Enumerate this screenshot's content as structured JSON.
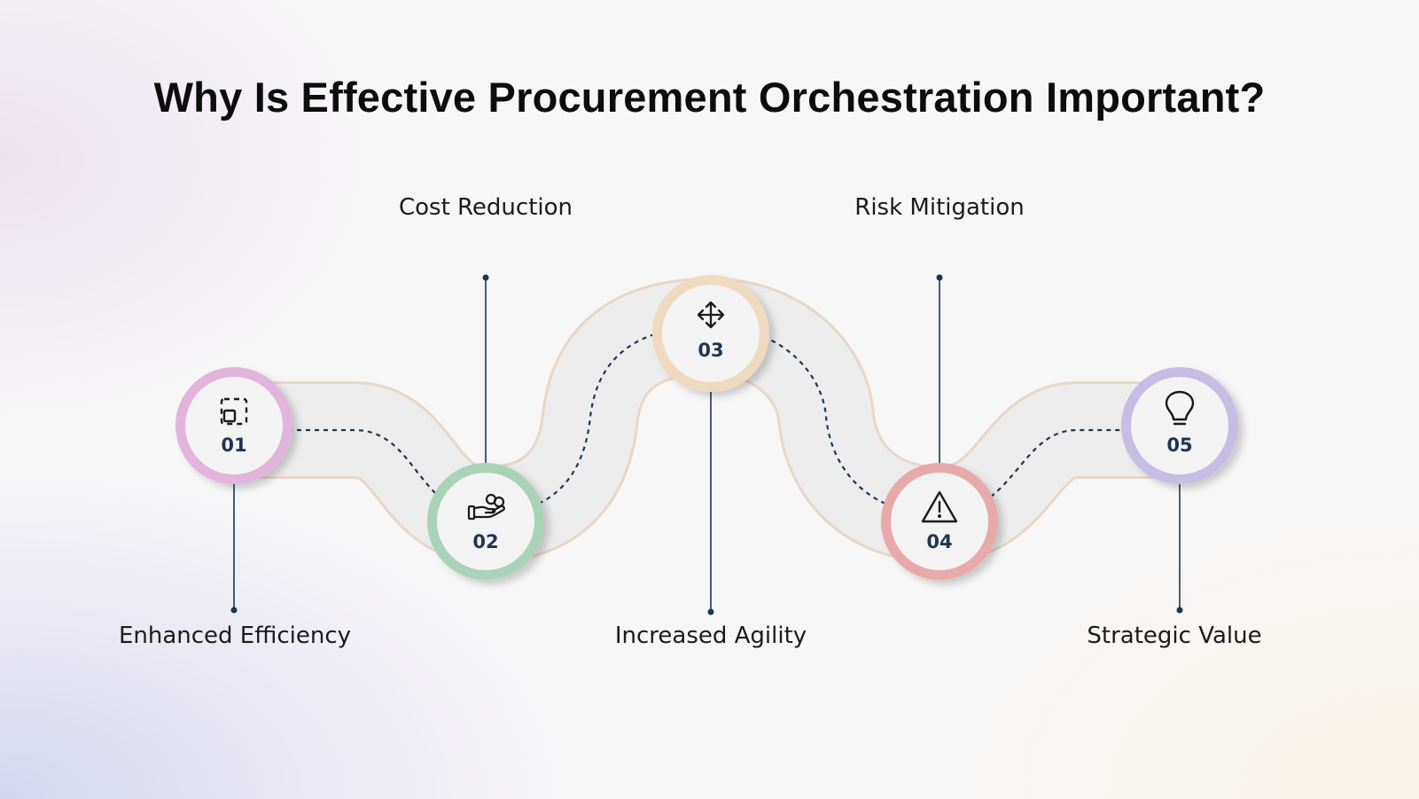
{
  "title": "Why Is Effective Procurement Orchestration Important?",
  "steps": [
    {
      "number": "01",
      "label": "Enhanced Efficiency",
      "icon": "dashed-resize-square-icon",
      "ring_color": "#e2b4dc"
    },
    {
      "number": "02",
      "label": "Cost Reduction",
      "icon": "hand-with-coins-icon",
      "ring_color": "#a9d3b8"
    },
    {
      "number": "03",
      "label": "Increased Agility",
      "icon": "four-way-arrows-icon",
      "ring_color": "#efd9bf"
    },
    {
      "number": "04",
      "label": "Risk Mitigation",
      "icon": "warning-triangle-icon",
      "ring_color": "#e8a9ab"
    },
    {
      "number": "05",
      "label": "Strategic Value",
      "icon": "lightbulb-icon",
      "ring_color": "#c5bde3"
    }
  ],
  "colors": {
    "road": "#ececec",
    "road_edge": "#e8d7c6",
    "connector": "#1f3650",
    "dashed_path": "#1f3650",
    "circle_fill": "#f3f3f4"
  }
}
